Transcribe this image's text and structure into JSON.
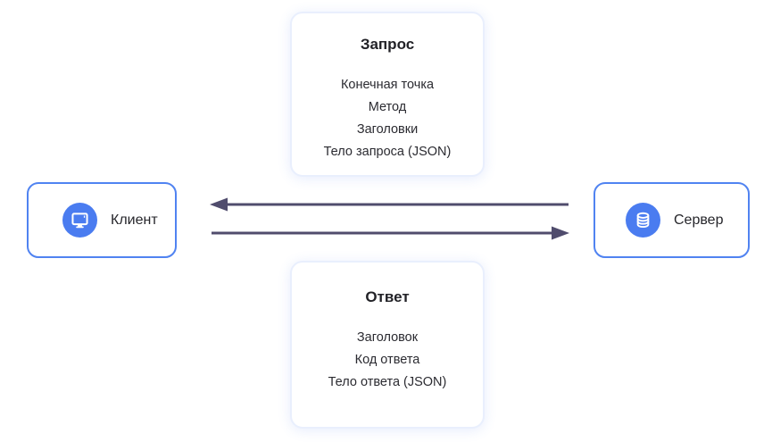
{
  "diagram": {
    "request_card": {
      "title": "Запрос",
      "items": [
        "Конечная точка",
        "Метод",
        "Заголовки",
        "Тело запроса (JSON)"
      ]
    },
    "response_card": {
      "title": "Ответ",
      "items": [
        "Заголовок",
        "Код ответа",
        "Тело ответа (JSON)"
      ]
    },
    "client_node": {
      "label": "Клиент",
      "icon": "monitor-icon"
    },
    "server_node": {
      "label": "Сервер",
      "icon": "database-icon"
    },
    "colors": {
      "accent_blue": "#4a7cf0",
      "node_border": "#5083f1",
      "card_border": "#e9effd",
      "arrow": "#504c6d",
      "text_dark": "#26262b"
    }
  }
}
